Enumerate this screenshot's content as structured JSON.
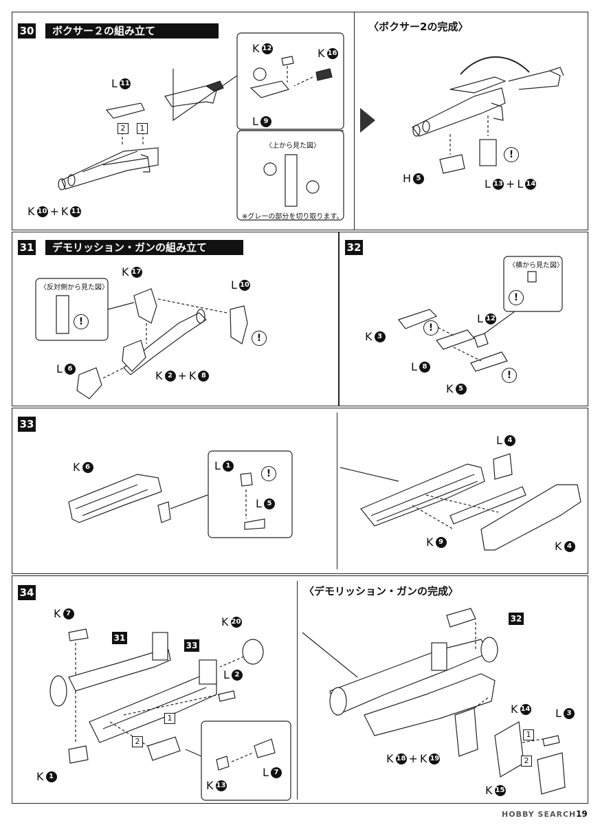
{
  "step30": {
    "num": "30",
    "title": "ボクサー２の組み立て"
  },
  "boxer_complete": {
    "title": "〈ボクサー2の完成〉"
  },
  "step31": {
    "num": "31",
    "title": "デモリッション・ガンの組み立て"
  },
  "step32": {
    "num": "32"
  },
  "step33": {
    "num": "33"
  },
  "step34": {
    "num": "34"
  },
  "gun_complete": {
    "title": "〈デモリッション・ガンの完成〉"
  },
  "views": {
    "top": "〈上から見た図〉",
    "opposite": "〈反対側から見た図〉",
    "side": "〈横から見た図〉"
  },
  "notes": {
    "cut_gray": "※グレーの部分を切り取ります。"
  },
  "parts": {
    "L11": {
      "letter": "L",
      "num": "11"
    },
    "K10": {
      "letter": "K",
      "num": "10"
    },
    "K11": {
      "letter": "K",
      "num": "11"
    },
    "K12": {
      "letter": "K",
      "num": "12"
    },
    "K16": {
      "letter": "K",
      "num": "16"
    },
    "L9": {
      "letter": "L",
      "num": "9"
    },
    "H5": {
      "letter": "H",
      "num": "5"
    },
    "L13": {
      "letter": "L",
      "num": "13"
    },
    "L14": {
      "letter": "L",
      "num": "14"
    },
    "K17": {
      "letter": "K",
      "num": "17"
    },
    "L10": {
      "letter": "L",
      "num": "10"
    },
    "L6": {
      "letter": "L",
      "num": "6"
    },
    "K2": {
      "letter": "K",
      "num": "2"
    },
    "K8": {
      "letter": "K",
      "num": "8"
    },
    "K3": {
      "letter": "K",
      "num": "3"
    },
    "L12": {
      "letter": "L",
      "num": "12"
    },
    "L8": {
      "letter": "L",
      "num": "8"
    },
    "K5": {
      "letter": "K",
      "num": "5"
    },
    "K6": {
      "letter": "K",
      "num": "6"
    },
    "L1": {
      "letter": "L",
      "num": "1"
    },
    "L5": {
      "letter": "L",
      "num": "5"
    },
    "L4": {
      "letter": "L",
      "num": "4"
    },
    "K9": {
      "letter": "K",
      "num": "9"
    },
    "K4": {
      "letter": "K",
      "num": "4"
    },
    "K7": {
      "letter": "K",
      "num": "7"
    },
    "K20": {
      "letter": "K",
      "num": "20"
    },
    "L2": {
      "letter": "L",
      "num": "2"
    },
    "K1": {
      "letter": "K",
      "num": "1"
    },
    "K13": {
      "letter": "K",
      "num": "13"
    },
    "L7": {
      "letter": "L",
      "num": "7"
    },
    "K14": {
      "letter": "K",
      "num": "14"
    },
    "L3": {
      "letter": "L",
      "num": "3"
    },
    "K18": {
      "letter": "K",
      "num": "18"
    },
    "K19": {
      "letter": "K",
      "num": "19"
    },
    "K15": {
      "letter": "K",
      "num": "15"
    }
  },
  "refs": {
    "r31": "31",
    "r33": "33",
    "r32": "32"
  },
  "order": {
    "one": "1",
    "two": "2"
  },
  "symbols": {
    "plus": "+",
    "warn": "!"
  },
  "footer": {
    "page": "19",
    "watermark": "HOBBY SEARCH"
  }
}
